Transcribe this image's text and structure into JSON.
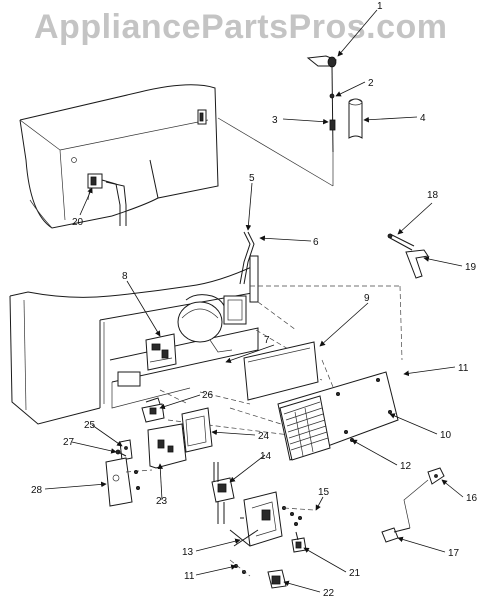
{
  "watermark": "AppliancePartsPros.com",
  "callouts": [
    "1",
    "2",
    "3",
    "4",
    "5",
    "6",
    "7",
    "8",
    "9",
    "10",
    "11",
    "11",
    "12",
    "13",
    "14",
    "15",
    "16",
    "17",
    "18",
    "19",
    "20",
    "21",
    "22",
    "23",
    "24",
    "25",
    "26",
    "27",
    "28"
  ]
}
